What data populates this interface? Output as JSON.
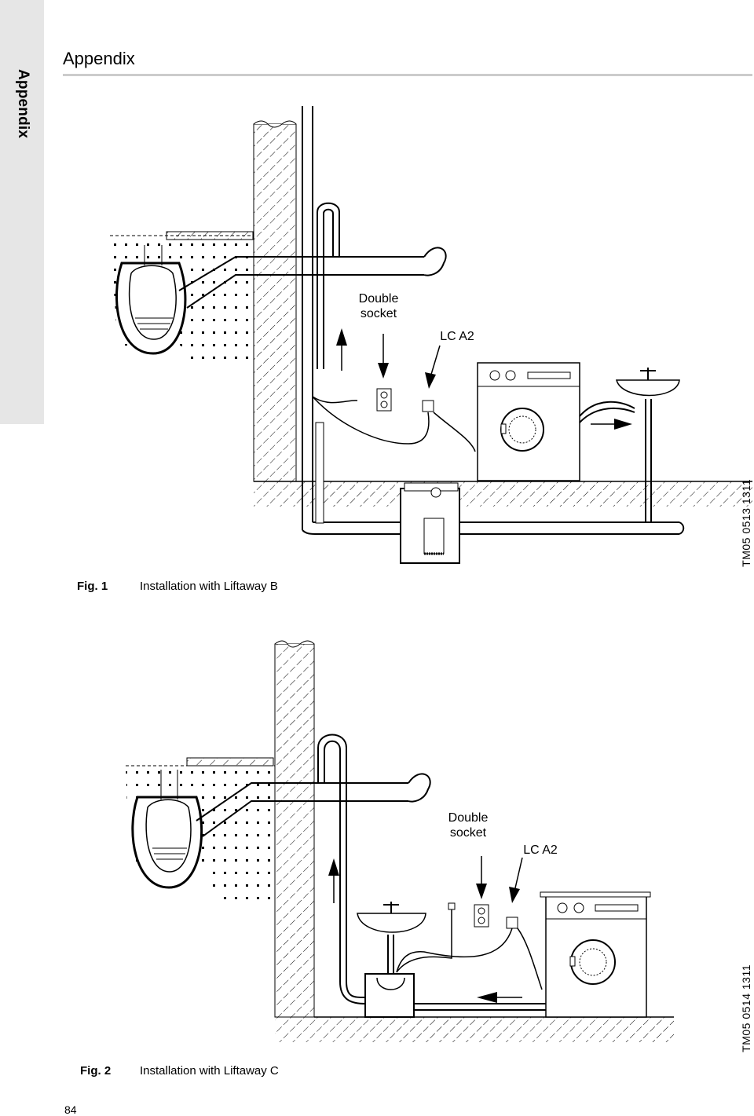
{
  "side_tab": {
    "label": "Appendix"
  },
  "header": {
    "title": "Appendix"
  },
  "figures": [
    {
      "number": "Fig. 1",
      "caption": "Installation with Liftaway B",
      "code": "TM05 0513 1311",
      "labels": {
        "socket": "Double\nsocket",
        "controller": "LC A2"
      }
    },
    {
      "number": "Fig. 2",
      "caption": "Installation with Liftaway C",
      "code": "TM05 0514 1311",
      "labels": {
        "socket": "Double\nsocket",
        "controller": "LC A2"
      }
    }
  ],
  "page_number": "84"
}
